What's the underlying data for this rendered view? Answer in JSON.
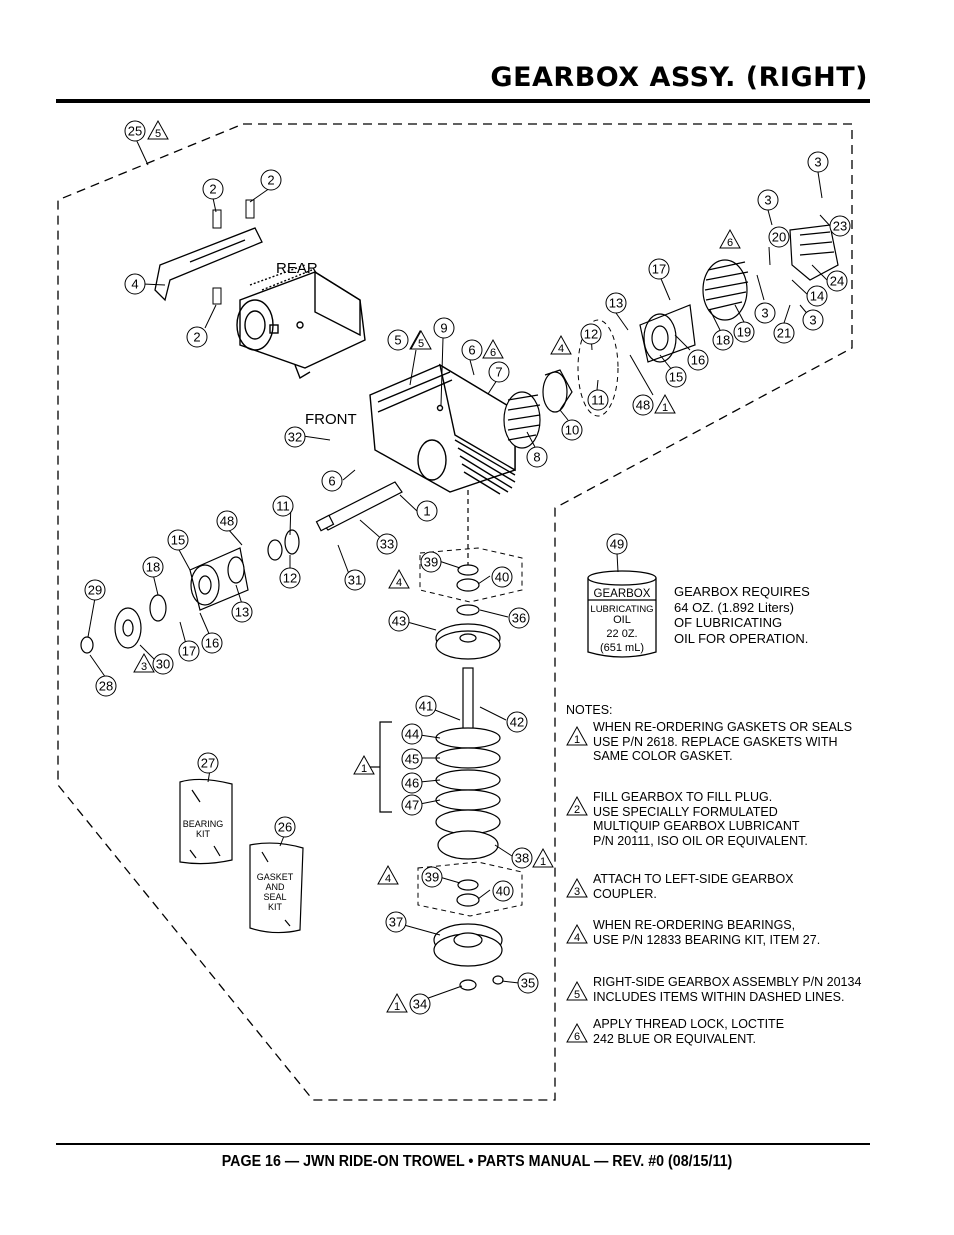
{
  "page": {
    "title": "GEARBOX ASSY. (RIGHT)",
    "footer": "PAGE 16 — JWN RIDE-ON TROWEL • PARTS MANUAL — REV. #0 (08/15/11)"
  },
  "diagram": {
    "labels": {
      "rear": "REAR",
      "front": "FRONT"
    },
    "callouts": [
      "1",
      "2",
      "3",
      "4",
      "5",
      "6",
      "7",
      "8",
      "9",
      "10",
      "11",
      "12",
      "13",
      "14",
      "15",
      "16",
      "17",
      "18",
      "19",
      "20",
      "21",
      "23",
      "24",
      "25",
      "26",
      "27",
      "28",
      "29",
      "30",
      "31",
      "32",
      "33",
      "34",
      "35",
      "36",
      "37",
      "38",
      "39",
      "40",
      "41",
      "42",
      "43",
      "44",
      "45",
      "46",
      "47",
      "48",
      "49"
    ],
    "note_triangles": [
      "1",
      "3",
      "4",
      "5",
      "6"
    ],
    "oil_can": {
      "line1": "GEARBOX",
      "line2": "LUBRICATING",
      "line3": "OIL",
      "line4": "22 0Z.",
      "line5": "(651 mL)"
    },
    "bearing_kit": "BEARING\nKIT",
    "gasket_kit": "GASKET\nAND\nSEAL\nKIT"
  },
  "oil_note": "GEARBOX REQUIRES\n64 OZ.  (1.892 Liters)\nOF LUBRICATING\nOIL FOR OPERATION.",
  "notes": {
    "heading": "NOTES:",
    "items": [
      {
        "num": "1",
        "text": "WHEN RE-ORDERING GASKETS OR SEALS\nUSE P/N 2618. REPLACE GASKETS WITH\nSAME COLOR GASKET."
      },
      {
        "num": "2",
        "text": "FILL GEARBOX TO FILL PLUG.\nUSE SPECIALLY FORMULATED\nMULTIQUIP GEARBOX LUBRICANT\nP/N 20111, ISO OIL OR EQUIVALENT."
      },
      {
        "num": "3",
        "text": "ATTACH TO LEFT-SIDE GEARBOX\nCOUPLER."
      },
      {
        "num": "4",
        "text": "WHEN RE-ORDERING BEARINGS,\nUSE P/N 12833 BEARING KIT, ITEM  27."
      },
      {
        "num": "5",
        "text": "RIGHT-SIDE GEARBOX ASSEMBLY P/N 20134\nINCLUDES  ITEMS WITHIN DASHED LINES."
      },
      {
        "num": "6",
        "text": "APPLY THREAD LOCK, LOCTITE\n242 BLUE OR EQUIVALENT."
      }
    ]
  }
}
